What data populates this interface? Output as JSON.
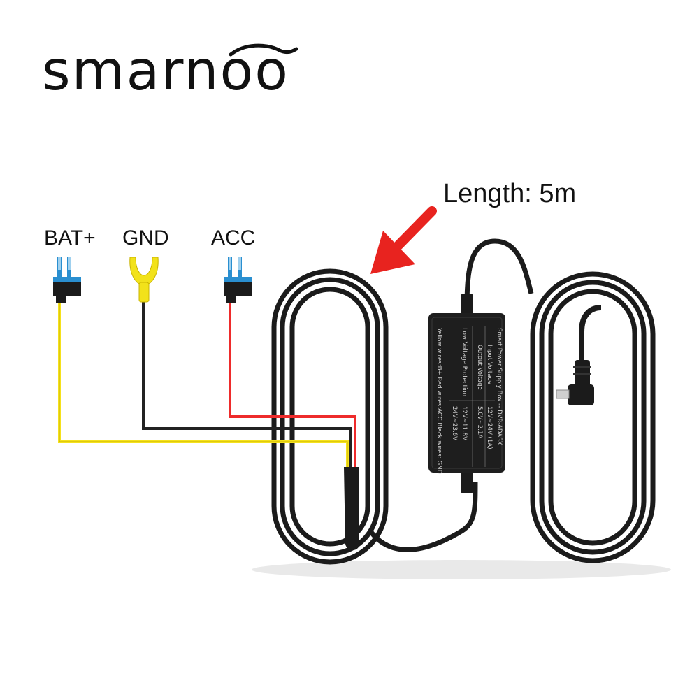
{
  "brand": {
    "name": "smarnoo"
  },
  "wires": [
    {
      "label": "BAT+",
      "color": "#f5e11c"
    },
    {
      "label": "GND",
      "color": "#222222"
    },
    {
      "label": "ACC",
      "color": "#ee2b2b"
    }
  ],
  "callout": {
    "text": "Length: 5m",
    "arrow_color": "#e8231f"
  },
  "power_box": {
    "title": "Smart Power Supply Box -- DVR-ADASX",
    "rows": [
      {
        "label": "Input Voltage",
        "value": "12V~24V (1A)"
      },
      {
        "label": "Output Voltage",
        "value": "5.0V~2.1A"
      },
      {
        "label": "Low Voltage Protection",
        "value": "12V~11.8V"
      },
      {
        "label": "",
        "value": "24V~23.6V"
      }
    ],
    "wire_legend": "Yellow wires:B+  Red wires:ACC  Black wires: GND"
  },
  "colors": {
    "cable": "#1b1b1b",
    "box": "#1e1e1e",
    "connector_blue": "#2a8fd0"
  }
}
